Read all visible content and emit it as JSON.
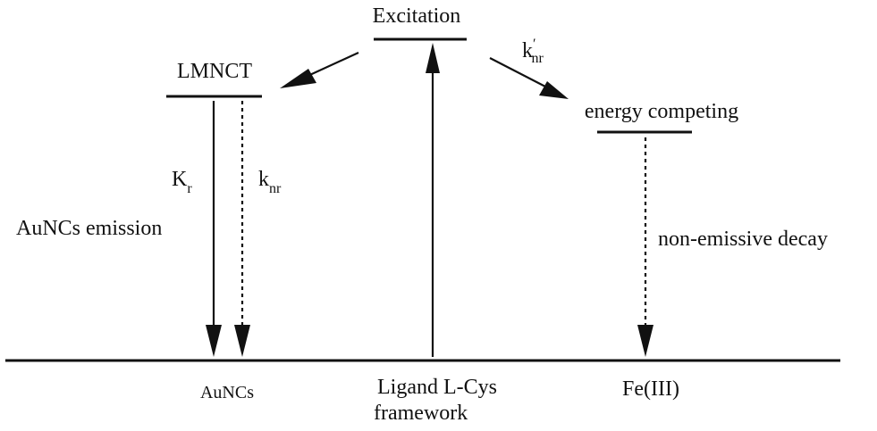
{
  "diagram": {
    "excitation": "Excitation",
    "lmnct": "LMNCT",
    "energy_competing": "energy competing",
    "k_prime_nr": {
      "base": "k",
      "prime": "′",
      "sub": "nr"
    },
    "k_r": {
      "base": "K",
      "sub": "r"
    },
    "k_nr": {
      "base": "k",
      "sub": "nr"
    },
    "aunc_emission": "AuNCs emission",
    "non_emissive": "non-emissive decay",
    "aunc_base": "AuNCs",
    "ligand_line1": "Ligand  L-Cys",
    "ligand_line2": "framework",
    "fe": "Fe(III)"
  }
}
